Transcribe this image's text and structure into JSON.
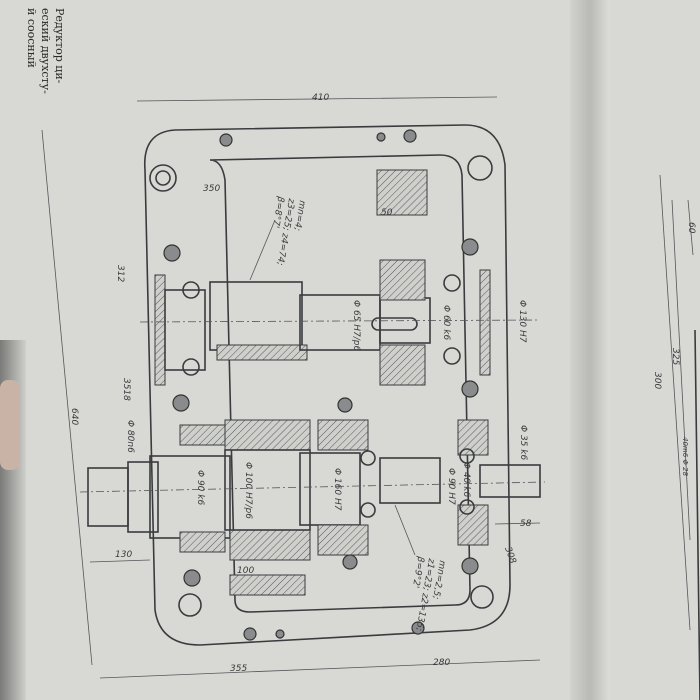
{
  "book_text": [
    "Редуктор ци-",
    "еский двухсту-",
    "й соосный"
  ],
  "dimensions": {
    "width_total": "410",
    "height_total": "640",
    "d350": "350",
    "d50": "50",
    "d312": "312",
    "d3518": "3518",
    "d130": "130",
    "d100": "100",
    "d58": "58",
    "d308": "308",
    "d355": "355",
    "d280": "280",
    "phi65": "Φ 65 H7/p6",
    "phi60": "Φ 60 k6",
    "phi130": "Φ 130 H7",
    "phi80": "Φ 80n6",
    "phi90k": "Φ 90 k6",
    "phi100": "Φ 100 H7/p6",
    "phi160": "Φ 160 H7",
    "phi90h": "Φ 90 H7",
    "phi40": "Φ 40 k6",
    "phi35": "Φ 35 k6"
  },
  "gear_notes": {
    "stage2": [
      "mn=4;",
      "z3=25; z4=74;",
      "β=8°7'"
    ],
    "stage1": [
      "mn=2,5;",
      "z1=23; z2=135;",
      "β=9°2'"
    ]
  },
  "right_view": {
    "d60": "60",
    "d325": "325",
    "d300": "300",
    "d40": "40m6 Φ 28"
  }
}
